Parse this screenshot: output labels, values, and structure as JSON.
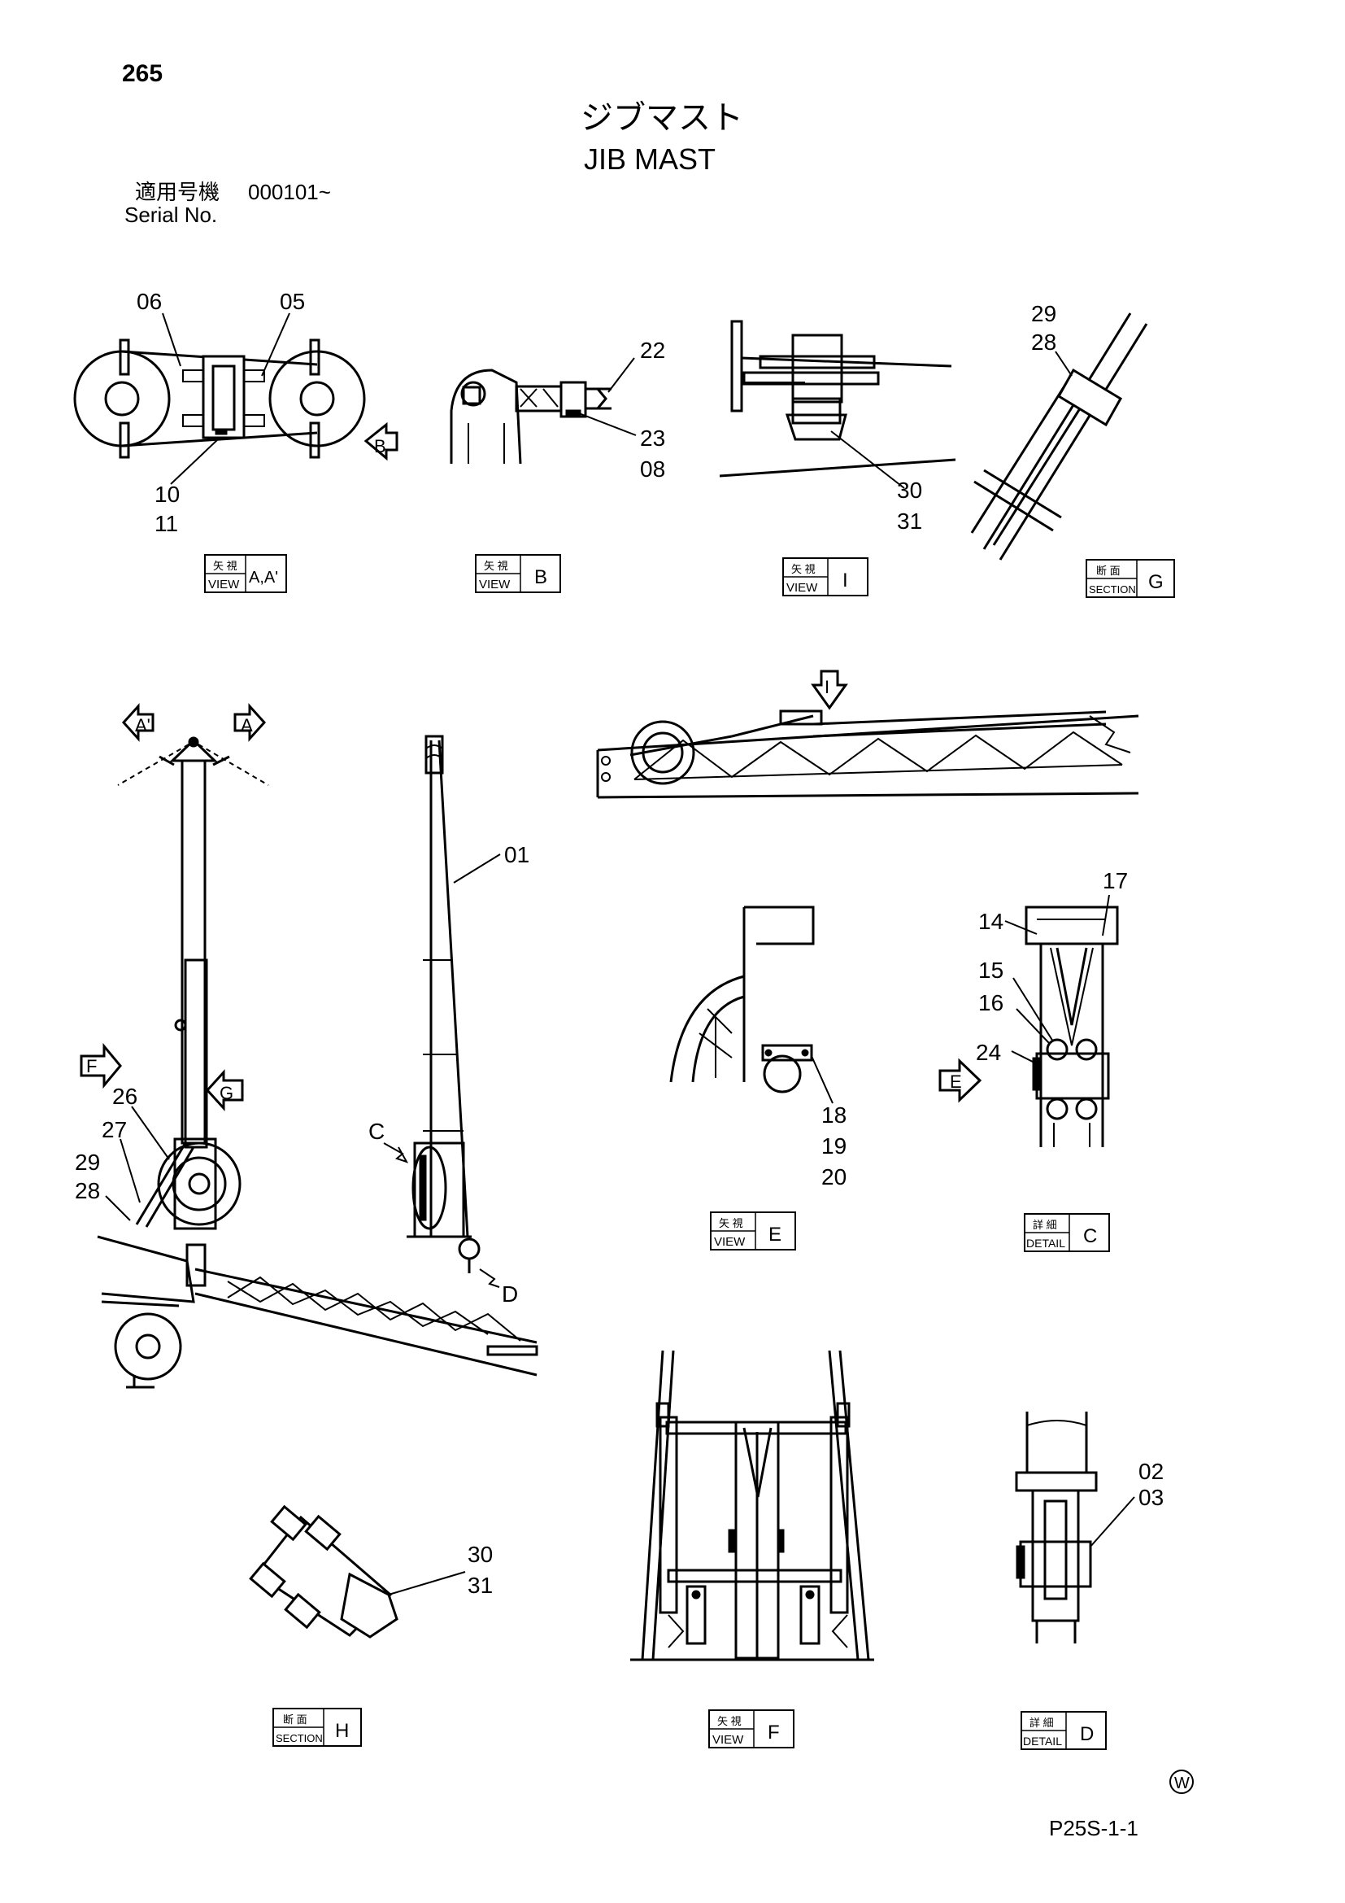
{
  "page": {
    "page_number": "265",
    "title_jp": "ジブマスト",
    "title_en": "JIB MAST",
    "serial_label_jp": "適用号機",
    "serial_value": "000101~",
    "serial_label_en": "Serial No.",
    "drawing_code": "P25S-1-1",
    "corner_mark": "W"
  },
  "callouts": {
    "c01": "01",
    "c02": "02",
    "c03": "03",
    "c05": "05",
    "c06": "06",
    "c08": "08",
    "c10": "10",
    "c11": "11",
    "c14": "14",
    "c15": "15",
    "c16": "16",
    "c17": "17",
    "c18": "18",
    "c19": "19",
    "c20": "20",
    "c22": "22",
    "c23": "23",
    "c24": "24",
    "c26": "26",
    "c27": "27",
    "c28a": "28",
    "c29a": "29",
    "c28b": "28",
    "c29b": "29",
    "c30a": "30",
    "c31a": "31",
    "c30b": "30",
    "c31b": "31"
  },
  "arrows": {
    "A_left": "A'",
    "A_right": "A",
    "B": "B",
    "F": "F",
    "G": "G",
    "I": "I",
    "E": "E",
    "C": "C",
    "D": "D"
  },
  "views": {
    "v1": {
      "jp": "矢 視",
      "en": "VIEW",
      "letter": "A,A'"
    },
    "v2": {
      "jp": "矢 視",
      "en": "VIEW",
      "letter": "B"
    },
    "v3": {
      "jp": "矢 視",
      "en": "VIEW",
      "letter": "I"
    },
    "v4": {
      "jp": "断 面",
      "en": "SECTION",
      "letter": "G"
    },
    "v5": {
      "jp": "矢 視",
      "en": "VIEW",
      "letter": "E"
    },
    "v6": {
      "jp": "詳 細",
      "en": "DETAIL",
      "letter": "C"
    },
    "v7": {
      "jp": "断 面",
      "en": "SECTION",
      "letter": "H"
    },
    "v8": {
      "jp": "矢 視",
      "en": "VIEW",
      "letter": "F"
    },
    "v9": {
      "jp": "詳 細",
      "en": "DETAIL",
      "letter": "D"
    }
  }
}
